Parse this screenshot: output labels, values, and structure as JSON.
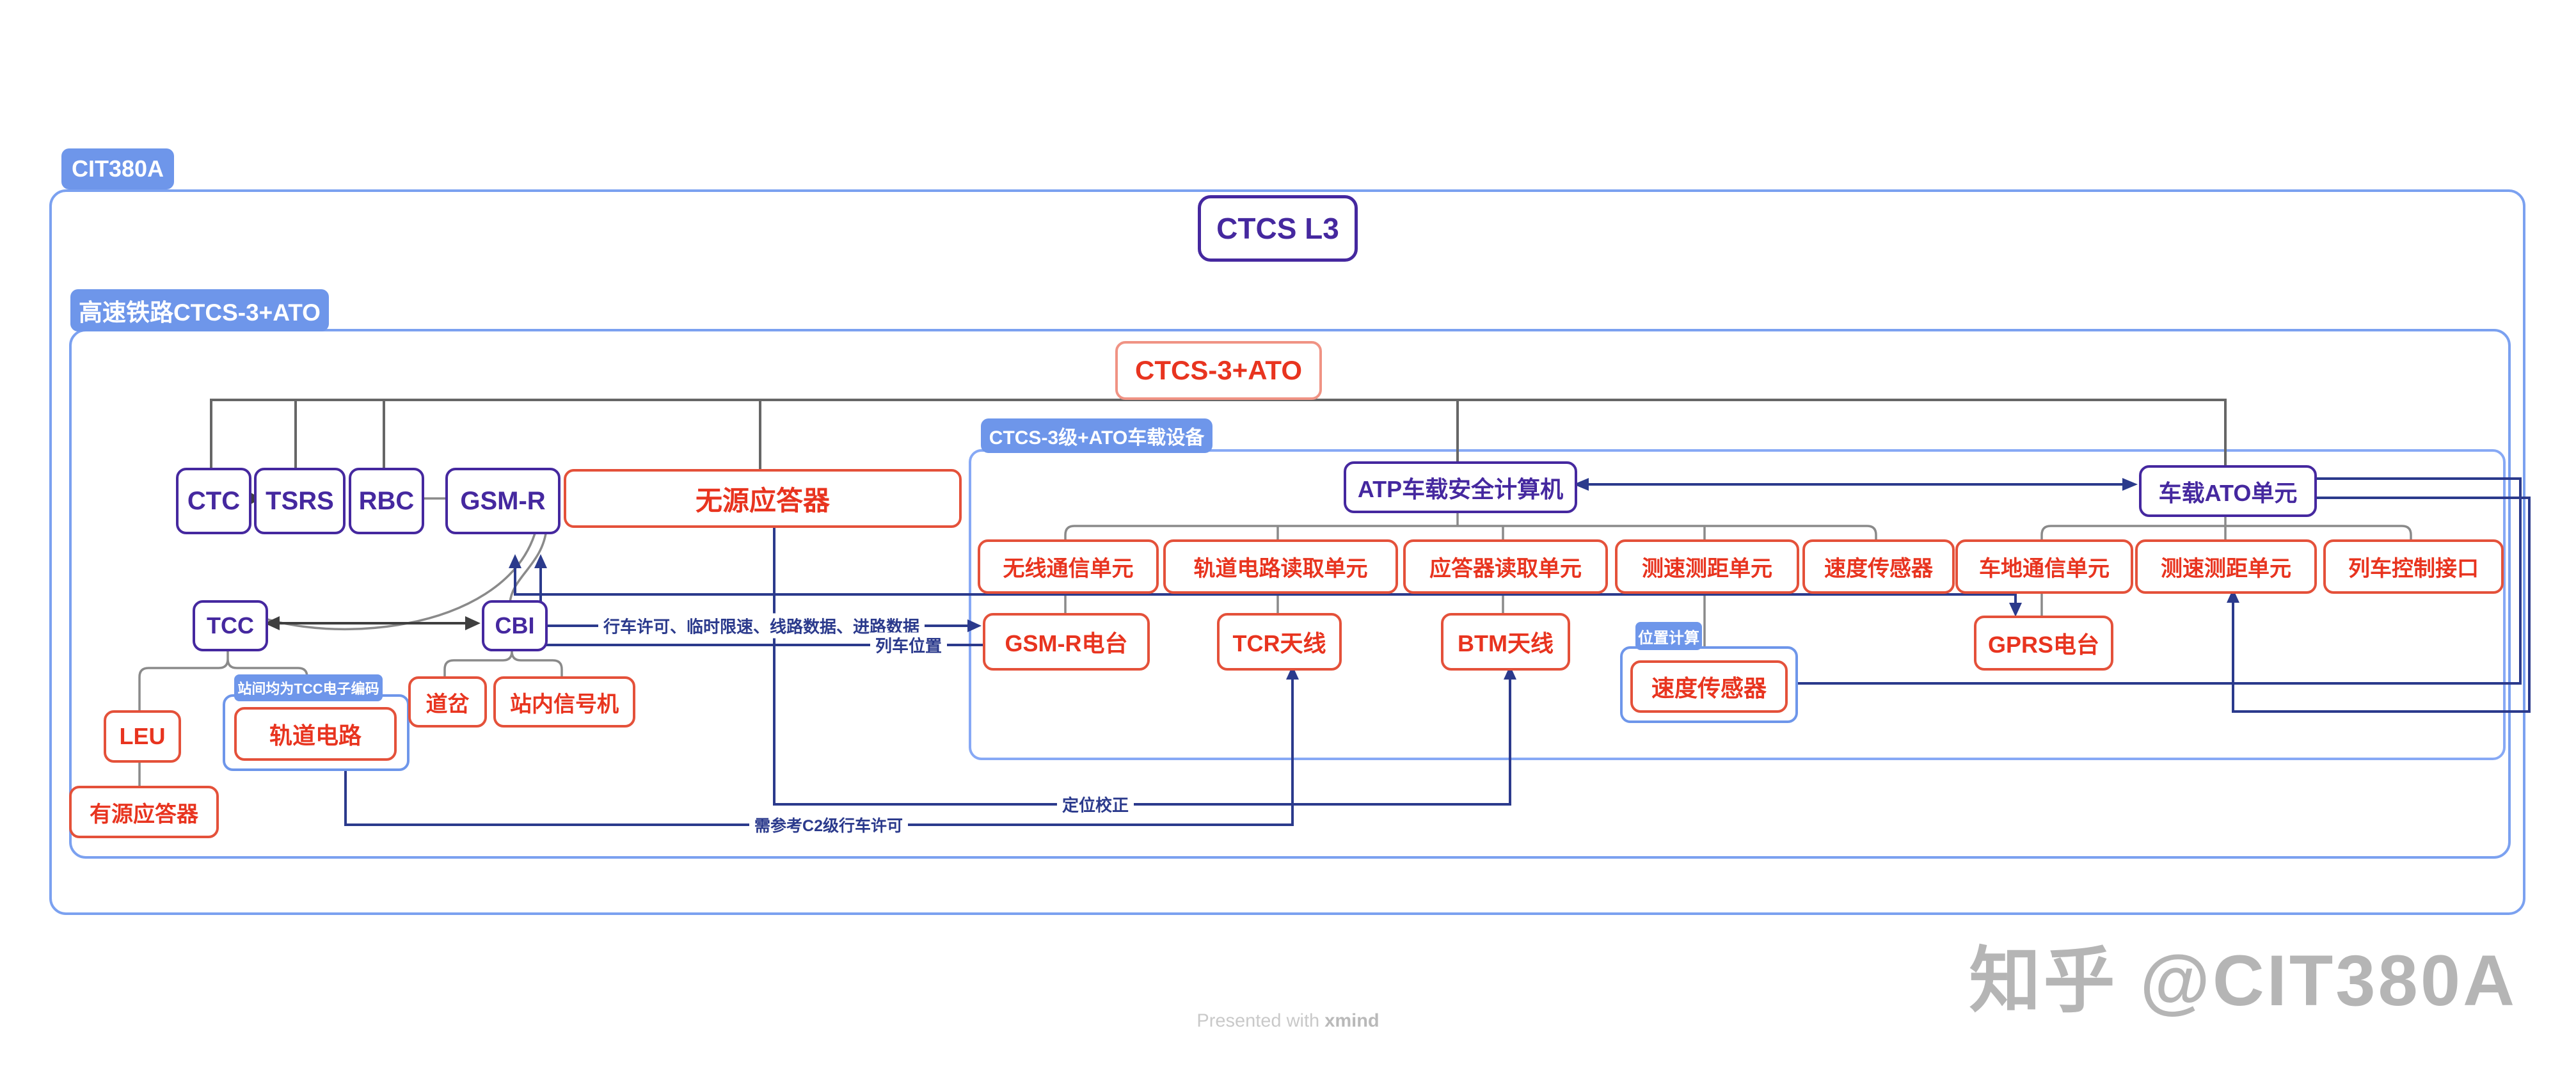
{
  "badges": {
    "cit380a": "CIT380A",
    "inner": "高速铁路CTCS-3+ATO",
    "onboard": "CTCS-3级+ATO车载设备",
    "pos_calc": "位置计算",
    "track_coding": "站间均为TCC电子编码"
  },
  "nodes": {
    "ctcs_l3": "CTCS L3",
    "ctcs3_ato": "CTCS-3+ATO",
    "ctc": "CTC",
    "tsrs": "TSRS",
    "rbc": "RBC",
    "gsmr": "GSM-R",
    "passive_balise": "无源应答器",
    "atp": "ATP车载安全计算机",
    "ato": "车载ATO单元",
    "radio_unit": "无线通信单元",
    "track_read_unit": "轨道电路读取单元",
    "balise_read_unit": "应答器读取单元",
    "speed_dist_unit_1": "测速测距单元",
    "speed_sensor_1": "速度传感器",
    "train_ground_comm_unit": "车地通信单元",
    "speed_dist_unit_2": "测速测距单元",
    "train_control_interface": "列车控制接口",
    "gsmr_radio": "GSM-R电台",
    "tcr_antenna": "TCR天线",
    "btm_antenna": "BTM天线",
    "gprs_radio": "GPRS电台",
    "speed_sensor_2": "速度传感器",
    "tcc": "TCC",
    "cbi": "CBI",
    "switch": "道岔",
    "station_signal": "站内信号机",
    "leu": "LEU",
    "track_circuit": "轨道电路",
    "active_balise": "有源应答器"
  },
  "edge_labels": {
    "movement_authority": "行车许可、临时限速、线路数据、进路数据",
    "train_position": "列车位置",
    "position_correction": "定位校正",
    "c2_reference": "需参考C2级行车许可"
  },
  "footer": {
    "prefix": "Presented with ",
    "brand": "xmind"
  },
  "watermark": "知乎 @CIT380A",
  "colors": {
    "badge_blue": "#6e96ea",
    "container_blue": "#7ba1f0",
    "indigo": "#45289f",
    "red": "#e8341f",
    "navy_line": "#2b3a8c",
    "gray_line": "#8a8a8a",
    "bus_line": "#666666"
  }
}
